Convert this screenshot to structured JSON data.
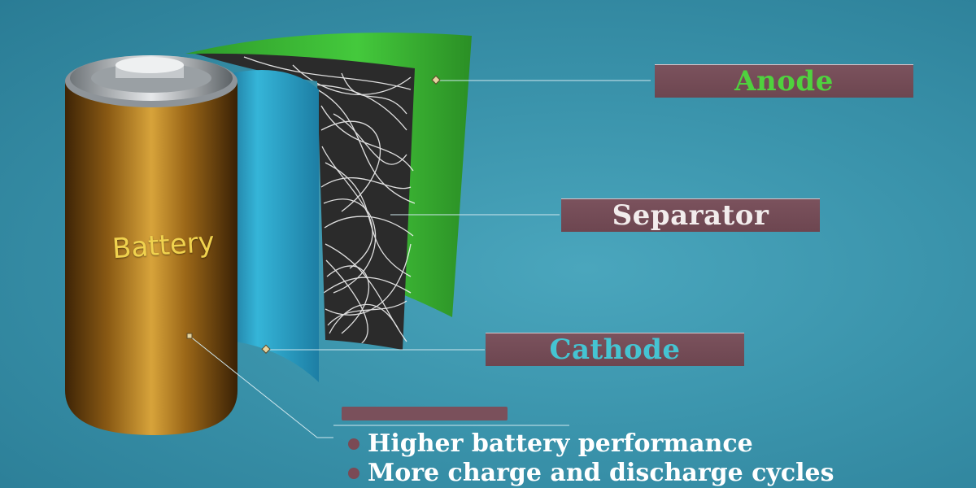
{
  "labels": {
    "anode": "Anode",
    "separator": "Separator",
    "cathode": "Cathode",
    "battery": "Battery"
  },
  "benefits": [
    "Higher battery performance",
    "More charge and discharge cycles"
  ],
  "colors": {
    "background": "#3a93ab",
    "anode_layer": "#3fc23a",
    "cathode_layer": "#29a6cc",
    "label_box": "#6d4650",
    "battery_body": "#8a5a14"
  }
}
